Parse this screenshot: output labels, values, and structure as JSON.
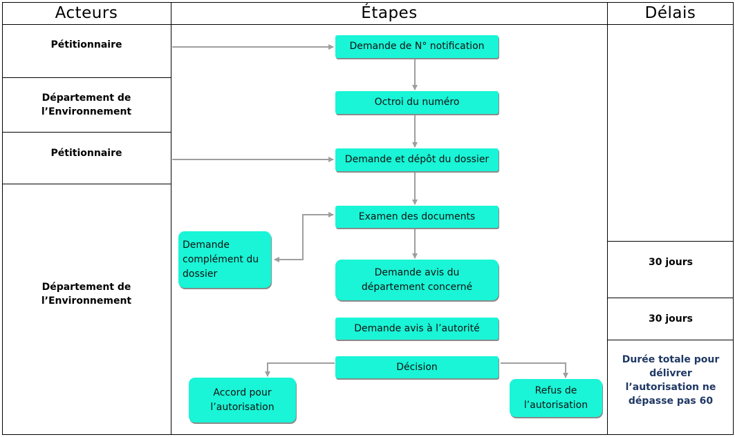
{
  "headers": {
    "actors": "Acteurs",
    "steps": "Étapes",
    "delays": "Délais"
  },
  "actors": [
    "Pétitionnaire",
    "Département de l’Environnement",
    "Pétitionnaire",
    "Département de l’Environnement"
  ],
  "steps": {
    "notification": "Demande de N° notification",
    "octroi": "Octroi du numéro",
    "depot": "Demande et dépôt du dossier",
    "examen": "Examen des documents",
    "complement": "Demande complément du dossier",
    "avis_departement": "Demande avis du département concerné",
    "avis_autorite": "Demande avis à l’autorité",
    "decision": "Décision",
    "accord": "Accord pour l’autorisation",
    "refus": "Refus de l’autorisation"
  },
  "delays": {
    "first": "30 jours",
    "second": "30 jours",
    "total": "Durée totale pour délivrer l’autorisation ne dépasse pas 60"
  },
  "colors": {
    "box_fill": "#19f5d6",
    "arrow": "#9e9e9e",
    "grid": "#000000",
    "total_text": "#1f3864"
  }
}
